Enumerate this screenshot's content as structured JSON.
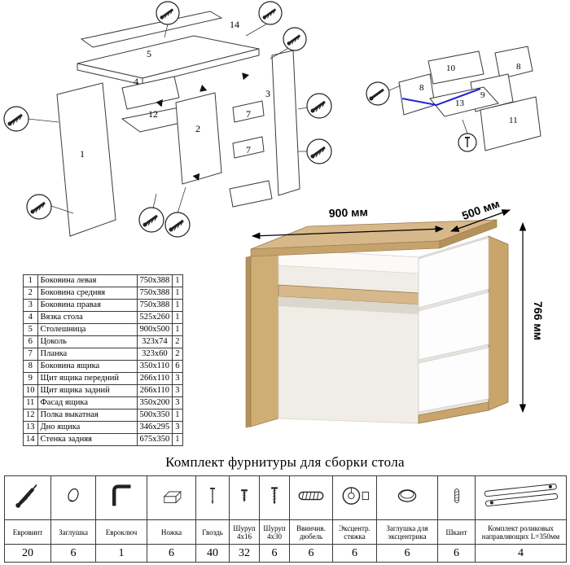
{
  "title": "Комплект фурнитуры для сборки стола",
  "desk_dimensions": {
    "width": "900 мм",
    "depth": "500 мм",
    "height": "766 мм"
  },
  "parts_table": {
    "rows": [
      {
        "num": "1",
        "name": "Боковина левая",
        "size": "750х388",
        "qty": "1"
      },
      {
        "num": "2",
        "name": "Боковина средняя",
        "size": "750х388",
        "qty": "1"
      },
      {
        "num": "3",
        "name": "Боковина правая",
        "size": "750х388",
        "qty": "1"
      },
      {
        "num": "4",
        "name": "Вязка стола",
        "size": "525х260",
        "qty": "1"
      },
      {
        "num": "5",
        "name": "Столешница",
        "size": "900х500",
        "qty": "1"
      },
      {
        "num": "6",
        "name": "Цоколь",
        "size": "323х74",
        "qty": "2"
      },
      {
        "num": "7",
        "name": "Планка",
        "size": "323х60",
        "qty": "2"
      },
      {
        "num": "8",
        "name": "Боковина ящика",
        "size": "350х110",
        "qty": "6"
      },
      {
        "num": "9",
        "name": "Щит ящика передний",
        "size": "266х110",
        "qty": "3"
      },
      {
        "num": "10",
        "name": "Щит ящика задний",
        "size": "266х110",
        "qty": "3"
      },
      {
        "num": "11",
        "name": "Фасад ящика",
        "size": "350х200",
        "qty": "3"
      },
      {
        "num": "12",
        "name": "Полка выкатная",
        "size": "500х350",
        "qty": "1"
      },
      {
        "num": "13",
        "name": "Дно ящика",
        "size": "346х295",
        "qty": "3"
      },
      {
        "num": "14",
        "name": "Стенка задняя",
        "size": "675х350",
        "qty": "1"
      }
    ]
  },
  "hardware_table": {
    "items": [
      {
        "icon": "euroscrew-icon",
        "label": "Евровинт",
        "qty": "20"
      },
      {
        "icon": "cap-icon",
        "label": "Заглушка",
        "qty": "6"
      },
      {
        "icon": "hexkey-icon",
        "label": "Евроключ",
        "qty": "1"
      },
      {
        "icon": "foot-icon",
        "label": "Ножка",
        "qty": "6"
      },
      {
        "icon": "nail-icon",
        "label": "Гвоздь",
        "qty": "40"
      },
      {
        "icon": "screw-short-icon",
        "label": "Шуруп 4х16",
        "qty": "32"
      },
      {
        "icon": "screw-long-icon",
        "label": "Шуруп 4х30",
        "qty": "6"
      },
      {
        "icon": "threaded-dowel-icon",
        "label": "Ввинчив. дюбель",
        "qty": "6"
      },
      {
        "icon": "cam-lock-icon",
        "label": "Эксцентр. стяжка",
        "qty": "6"
      },
      {
        "icon": "cam-cover-icon",
        "label": "Заглушка для эксцентрика",
        "qty": "6"
      },
      {
        "icon": "wood-dowel-icon",
        "label": "Шкант",
        "qty": "6"
      },
      {
        "icon": "drawer-slides-icon",
        "label": "Комплект роликовых направляющих L=350мм",
        "qty": "4"
      }
    ]
  },
  "diagrams": {
    "main_labels": [
      "14",
      "5",
      "4",
      "12",
      "2",
      "1",
      "3",
      "7",
      "7"
    ],
    "drawer_labels": [
      "10",
      "8",
      "8",
      "9",
      "13",
      "11"
    ]
  }
}
